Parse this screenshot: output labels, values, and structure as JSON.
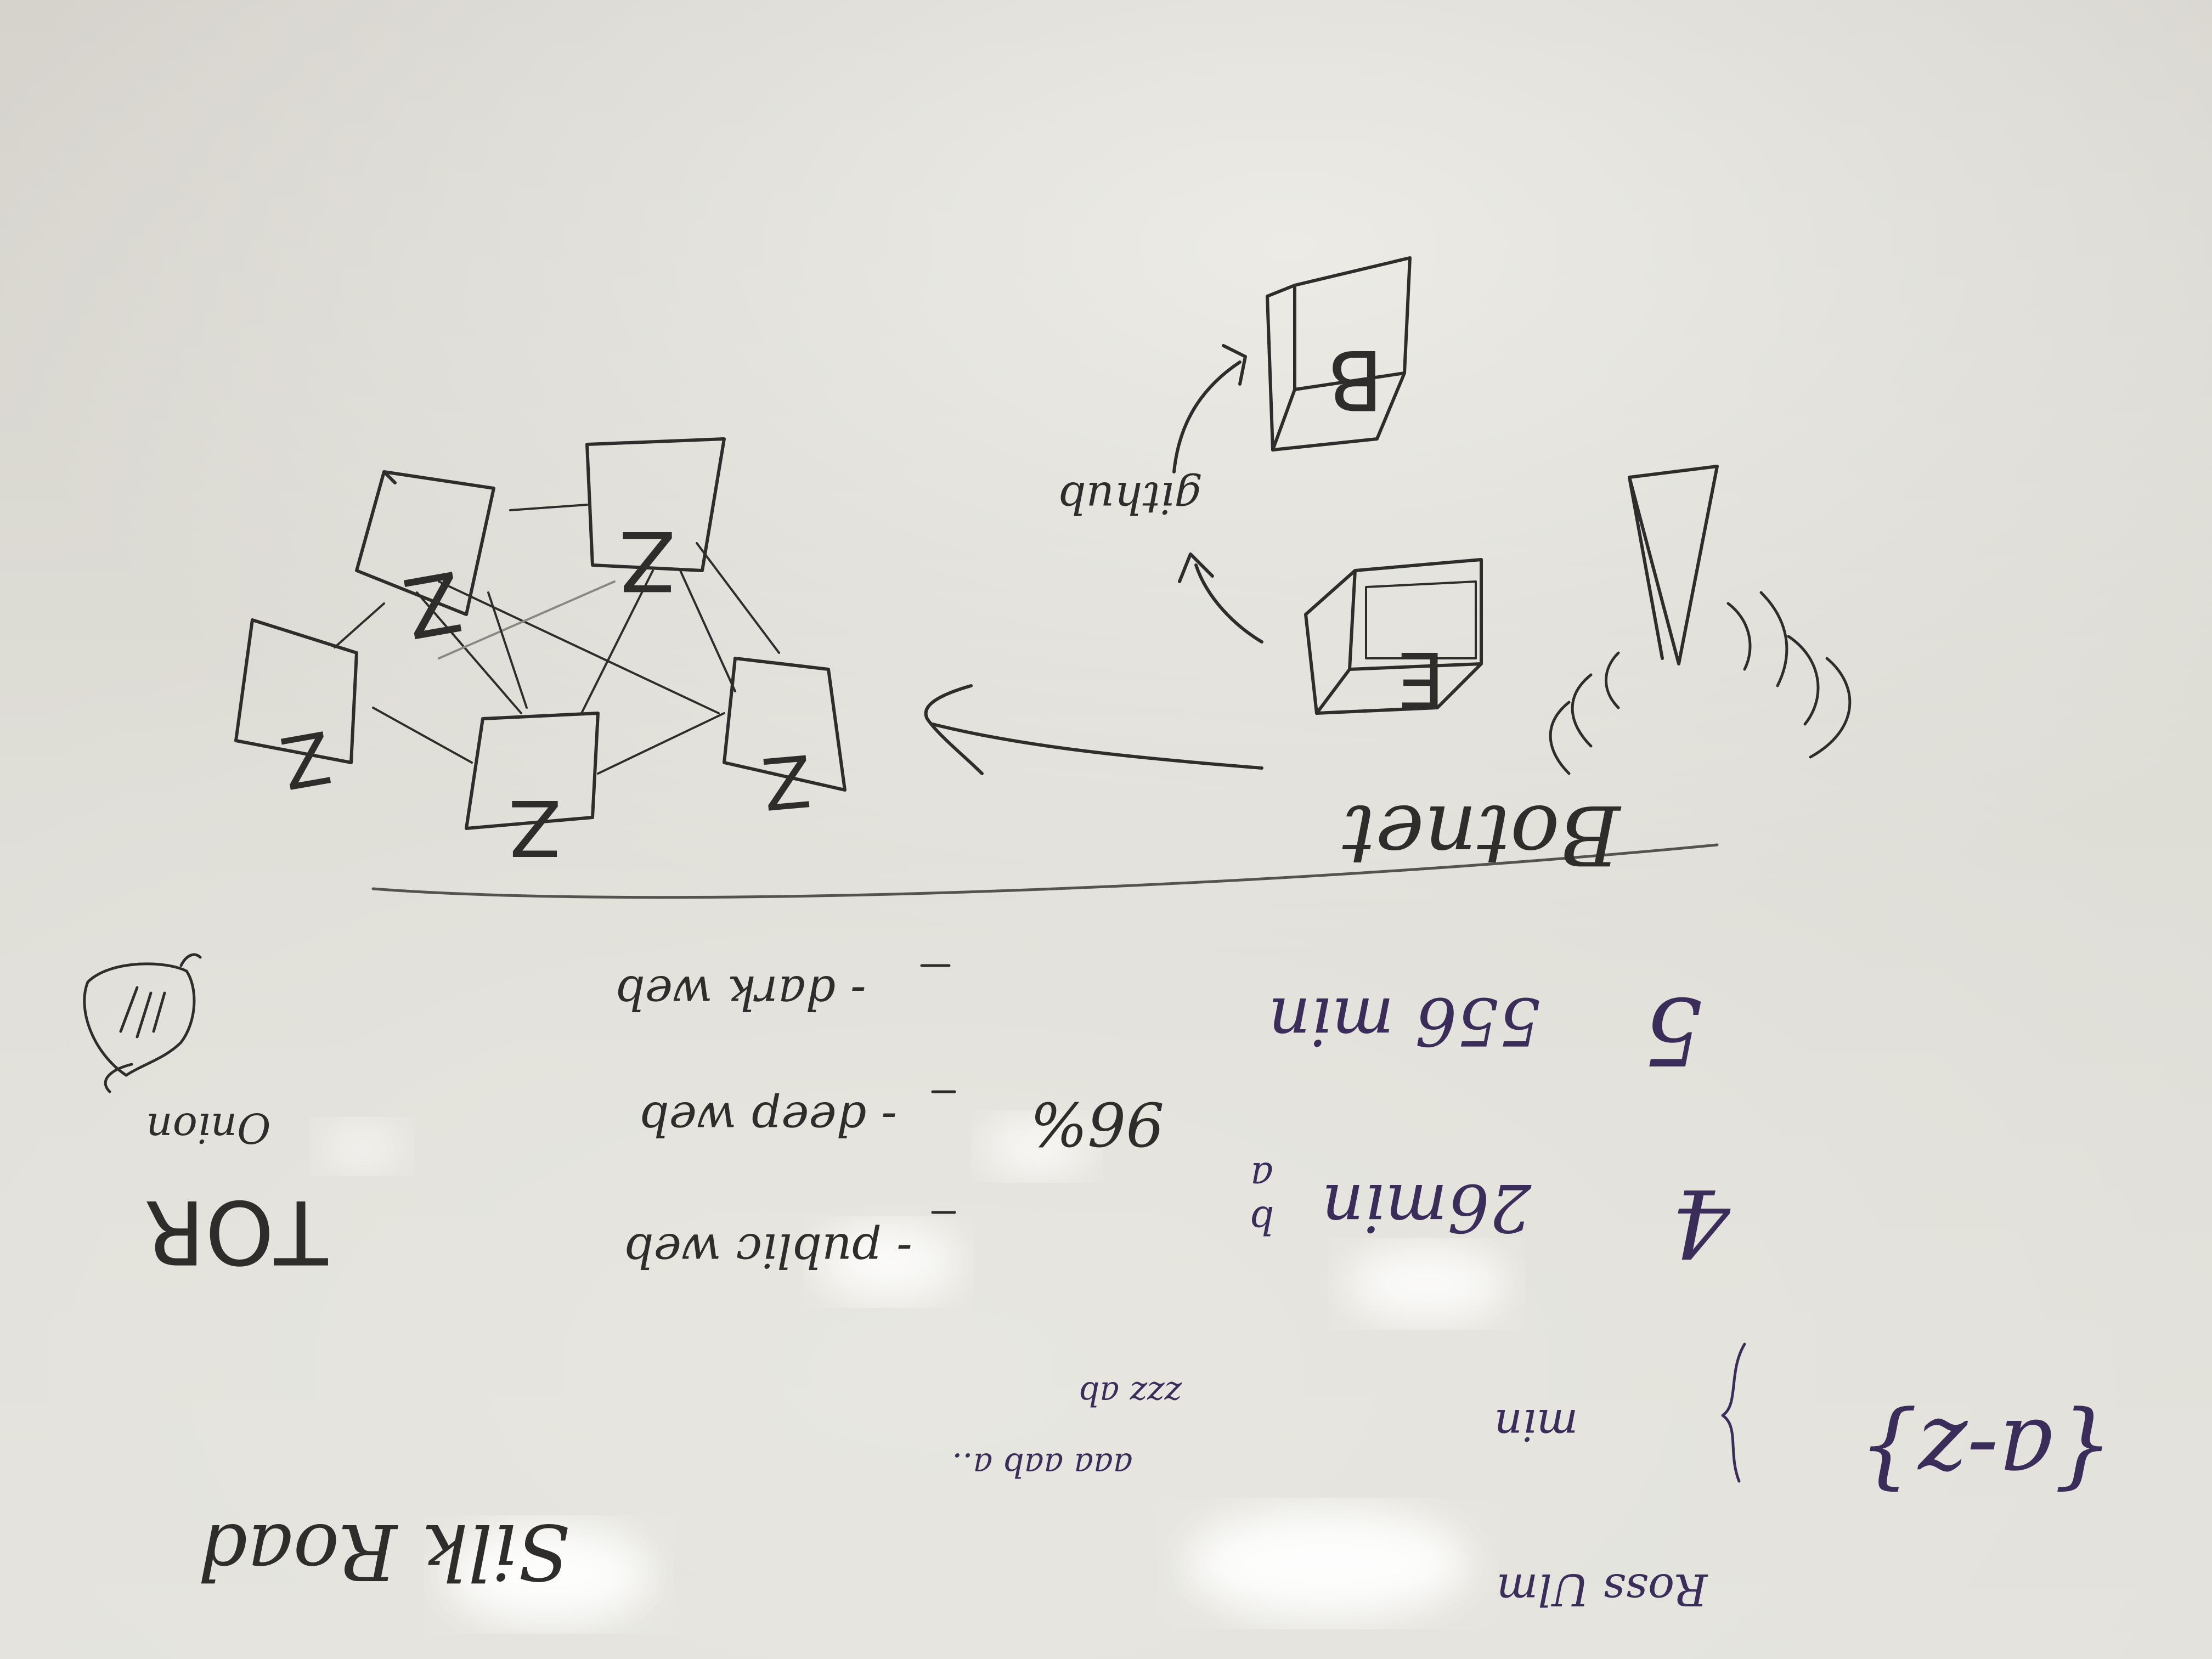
{
  "scene": {
    "description_tag": "whiteboard-photo",
    "ink_black": "#2e2d2b",
    "ink_purple": "#3b2d5a",
    "board_color": "#e4e3dd"
  },
  "upper_section": {
    "label": "Botnet",
    "server_label": "github",
    "node_glyph": "Z",
    "attacker_glyph": "B",
    "controller_glyph": "E"
  },
  "lower_section": {
    "items": [
      {
        "number": "5",
        "text": "556 min"
      },
      {
        "number": "4",
        "text": "26min"
      },
      {
        "number": "",
        "text": "a"
      },
      {
        "number": "",
        "text": "b"
      }
    ],
    "web_layers": [
      "- public web",
      "- deep web",
      "- dark web"
    ],
    "percent": "96%",
    "tor": "TOR",
    "onion": "Onion",
    "regex": "{a-z}",
    "regex_note": "min",
    "regex_samples": [
      "aaa aab a..",
      "zzz ab"
    ],
    "silk_road": "Silk Road",
    "bottom_note": "Ross Ulm"
  }
}
